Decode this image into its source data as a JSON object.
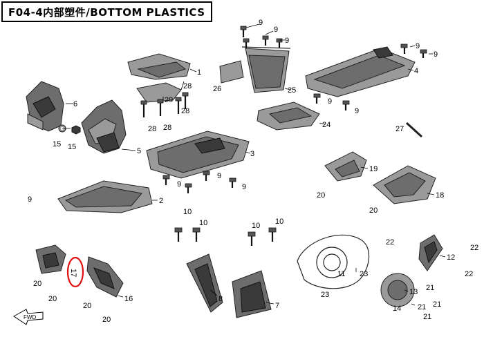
{
  "header": {
    "title": "F04-4内部塑件/BOTTOM PLASTICS"
  },
  "callouts": {
    "c1": "1",
    "c2": "2",
    "c3": "3",
    "c4": "4",
    "c5": "5",
    "c6": "6",
    "c7": "7",
    "c8": "8",
    "c9a": "9",
    "c9b": "9",
    "c9c": "9",
    "c9d": "9",
    "c9e": "9",
    "c9f": "9",
    "c9g": "9",
    "c9h": "9",
    "c9i": "9",
    "c9j": "9",
    "c9k": "9",
    "c10a": "10",
    "c10b": "10",
    "c10c": "10",
    "c10d": "10",
    "c11": "11",
    "c12": "12",
    "c13": "13",
    "c14": "14",
    "c15a": "15",
    "c15b": "15",
    "c16": "16",
    "c17": "17",
    "c18": "18",
    "c19": "19",
    "c20a": "20",
    "c20b": "20",
    "c20c": "20",
    "c20d": "20",
    "c20e": "20",
    "c20f": "20",
    "c21a": "21",
    "c21b": "21",
    "c21c": "21",
    "c21d": "21",
    "c22a": "22",
    "c22b": "22",
    "c22c": "22",
    "c23a": "23",
    "c23b": "23",
    "c24": "24",
    "c25": "25",
    "c26": "26",
    "c27": "27",
    "c28a": "28",
    "c28b": "28",
    "c28c": "28",
    "c28d": "28",
    "c29": "29"
  },
  "fwd_label": "FWD",
  "highlight": {
    "part": "17",
    "color": "#e01010"
  }
}
